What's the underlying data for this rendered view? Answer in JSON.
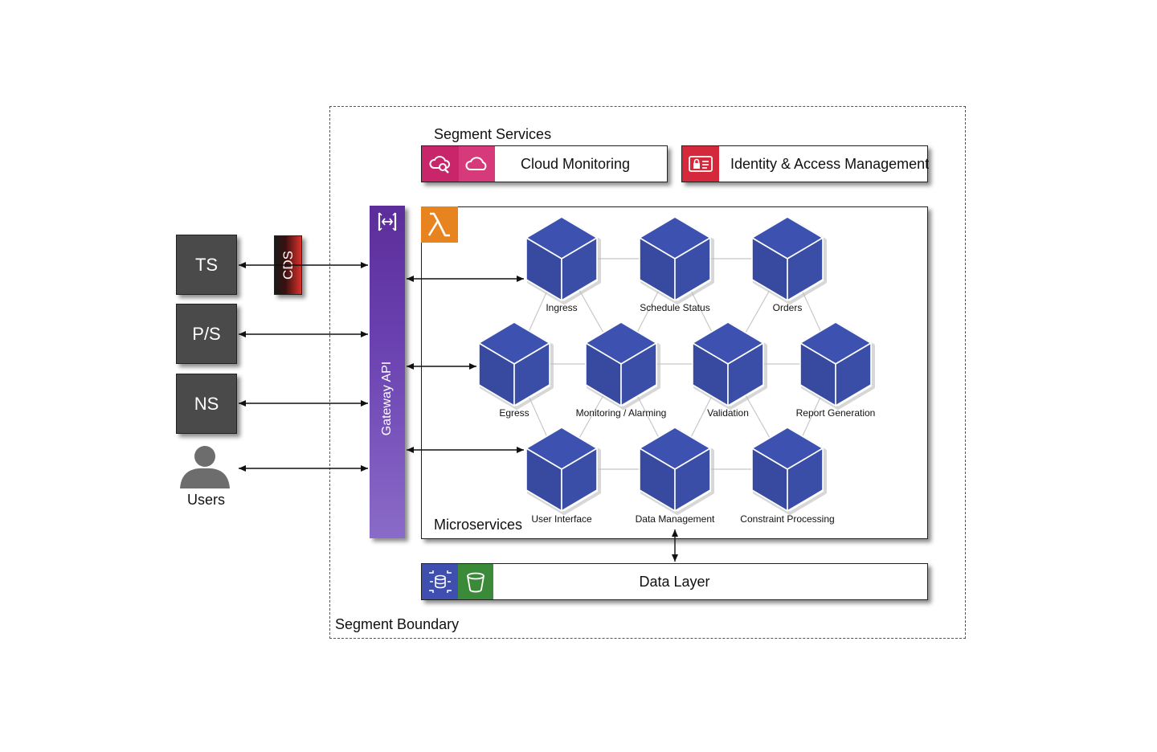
{
  "boundary": {
    "label": "Segment Boundary"
  },
  "segment_services": {
    "title": "Segment Services",
    "cloud_monitoring": {
      "label": "Cloud Monitoring",
      "colors": [
        "#c8256a",
        "#d63a7a"
      ]
    },
    "iam": {
      "label": "Identity & Access Management",
      "color": "#d3293a"
    }
  },
  "external": {
    "ts": "TS",
    "ps": "P/S",
    "ns": "NS",
    "users": "Users",
    "cds": "CDS"
  },
  "gateway": {
    "label": "Gateway API",
    "color": "#6a40b0"
  },
  "microservices": {
    "title": "Microservices",
    "lambda_icon": "lambda-icon",
    "lambda_color": "#e8841f",
    "cube_color": "#3a4ea8",
    "nodes": {
      "ingress": "Ingress",
      "schedule_status": "Schedule Status",
      "orders": "Orders",
      "egress": "Egress",
      "monitoring": "Monitoring / Alarming",
      "validation": "Validation",
      "report_generation": "Report Generation",
      "user_interface": "User Interface",
      "data_management": "Data Management",
      "constraint_processing": "Constraint Processing"
    }
  },
  "data_layer": {
    "label": "Data Layer",
    "colors": [
      "#3f4fb0",
      "#3a8a3a"
    ]
  }
}
